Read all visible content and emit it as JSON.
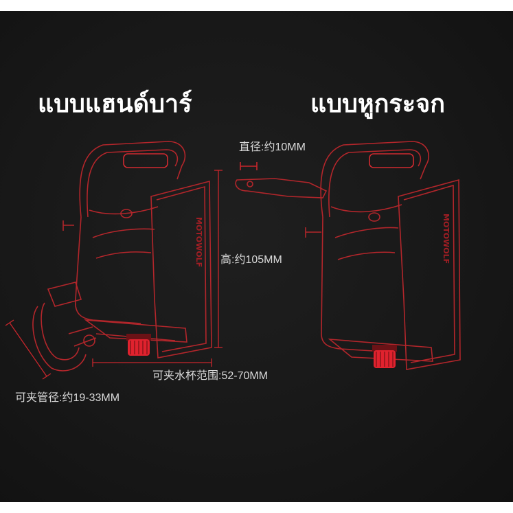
{
  "titles": {
    "handlebar": "แบบแฮนด์บาร์",
    "mirror": "แบบหูกระจก"
  },
  "dimensions": {
    "diameter": "直径:约10MM",
    "height": "高:约105MM",
    "cup_range": "可夹水杯范围:52-70MM",
    "tube_range": "可夹管径:约19-33MM"
  },
  "brand_mark": "MOTOWOLF",
  "colors": {
    "background": "#181818",
    "outline": "#b3262b",
    "knob": "#e0222e",
    "text": "#ffffff",
    "dimension_text": "#d9d9d9"
  }
}
